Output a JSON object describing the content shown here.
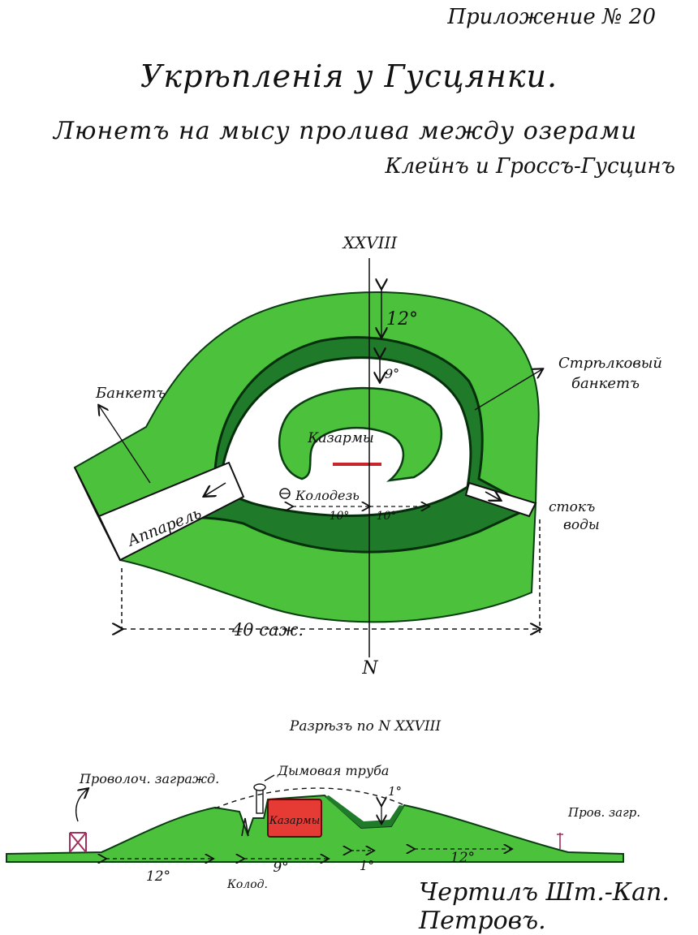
{
  "header": {
    "appendix": "Приложение № 20",
    "title": "Укрѣпленія у Гусцянки.",
    "subtitle_line1": "Люнетъ на мысу пролива между озерами",
    "subtitle_line2": "Клейнъ и Гроссъ-Гусцинъ"
  },
  "plan": {
    "axis_top_label": "XXVIII",
    "axis_bottom_label": "N",
    "depth_outer": "12°",
    "depth_inner": "9°",
    "barracks_label": "Казармы",
    "well_label": "Колодезь",
    "dim_left": "10°",
    "dim_right": "10°",
    "width_label": "40 саж.",
    "banquette_label": "Банкетъ",
    "rifle_banquette_line1": "Стрѣлковый",
    "rifle_banquette_line2": "банкетъ",
    "ramp_label": "Аппарель",
    "drain_line1": "стокъ",
    "drain_line2": "воды"
  },
  "section": {
    "title": "Разрѣзъ по N XXVIII",
    "wire_left": "Проволоч. загражд.",
    "chimney": "Дымовая труба",
    "barracks": "Казармы",
    "one_degree": "1°",
    "wire_right": "Пров. загр.",
    "dim_12_left": "12°",
    "dim_9": "9°",
    "dim_1": "1°",
    "dim_12_right": "12°",
    "well": "Колод."
  },
  "signature": "Чертилъ Шт.-Кап. Петровъ.",
  "colors": {
    "earth_green": "#4cc13c",
    "dark_green": "#0f5a1a",
    "barracks_red": "#e63a35",
    "ink": "#111111"
  }
}
